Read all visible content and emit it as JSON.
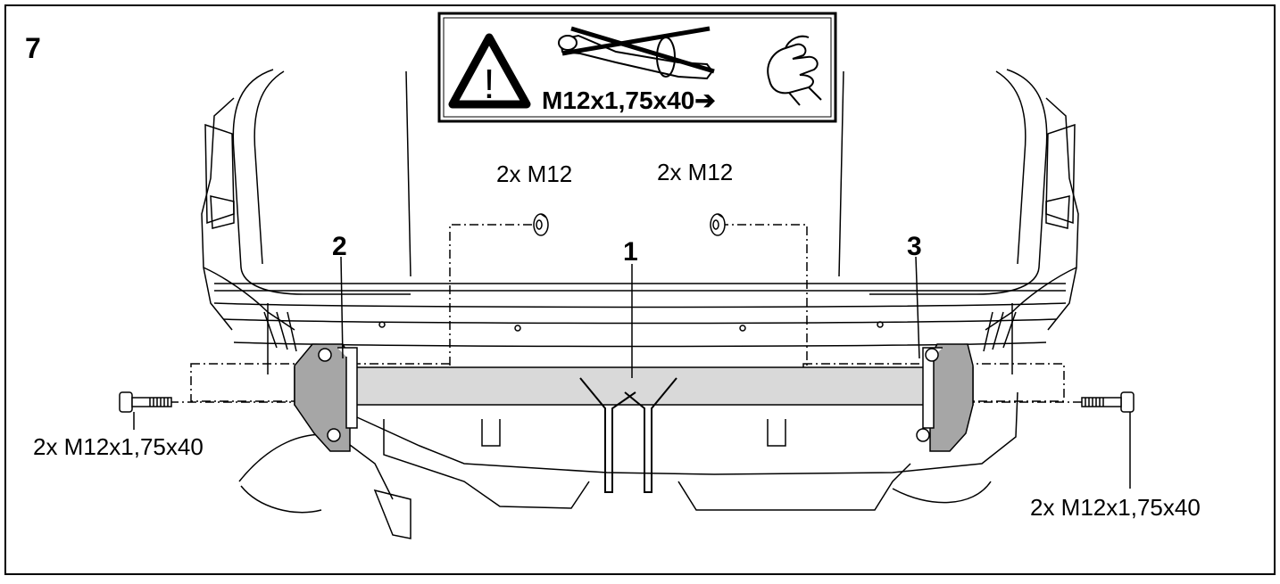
{
  "figure": {
    "step_number": "7"
  },
  "warning_box": {
    "bolt_spec": "M12x1,75x40➔",
    "icons": [
      "warning-triangle-icon",
      "torque-wrench-crossed-icon",
      "hand-tighten-icon"
    ]
  },
  "callouts": {
    "crossbar": "1",
    "left_bracket": "2",
    "right_bracket": "3"
  },
  "labels": {
    "nut_left": "2x M12",
    "nut_right": "2x M12",
    "bolt_left": "2x M12x1,75x40",
    "bolt_right": "2x M12x1,75x40"
  },
  "colors": {
    "line": "#000000",
    "part_fill": "#d9d9d9",
    "bracket_fill": "#a6a6a6"
  }
}
